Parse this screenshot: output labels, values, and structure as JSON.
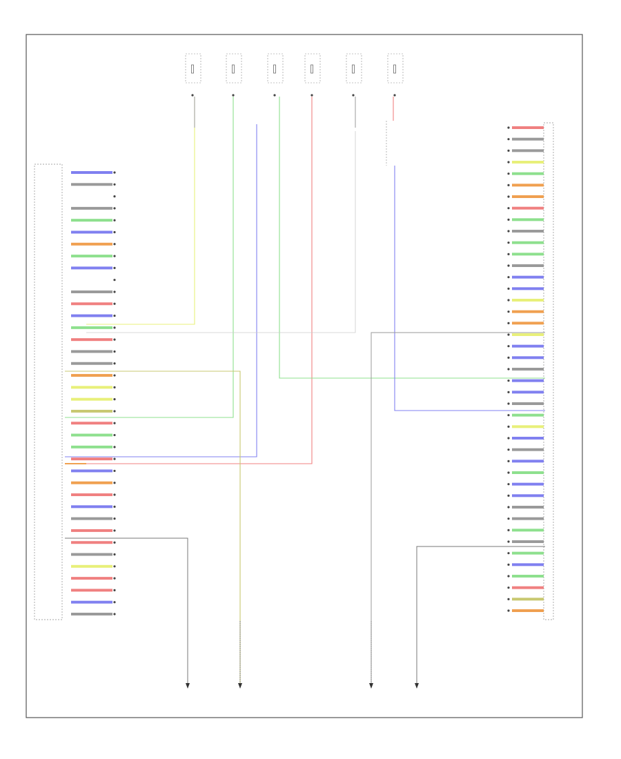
{
  "footer_code": "",
  "wire_colors": {
    "yellow": "#e8f07a",
    "green": "#8ee08e",
    "red": "#f08080",
    "blue": "#8080f0",
    "orange": "#f0a050",
    "olive": "#c8c870",
    "gray": "#9a9a9a",
    "frame": "#555555"
  },
  "fuse_labels": [
    "",
    "",
    "",
    "",
    "",
    ""
  ],
  "left_connector": {
    "caption": [
      "",
      "",
      "",
      ""
    ],
    "pins": [
      {
        "num": "",
        "wire": "",
        "color": "blue",
        "system": ""
      },
      {
        "num": "",
        "wire": "",
        "color": "gray",
        "system": ""
      },
      {
        "num": "",
        "wire": "",
        "color": "",
        "system": ""
      },
      {
        "num": "",
        "wire": "",
        "color": "gray",
        "system": ""
      },
      {
        "num": "",
        "wire": "",
        "color": "green",
        "system": ""
      },
      {
        "num": "",
        "wire": "",
        "color": "blue",
        "system": ""
      },
      {
        "num": "",
        "wire": "",
        "color": "orange",
        "system": ""
      },
      {
        "num": "",
        "wire": "",
        "color": "green",
        "system": ""
      },
      {
        "num": "",
        "wire": "",
        "color": "blue",
        "system": ""
      },
      {
        "num": "",
        "wire": "",
        "color": "",
        "system": ""
      },
      {
        "num": "",
        "wire": "",
        "color": "gray",
        "system": ""
      },
      {
        "num": "",
        "wire": "",
        "color": "red",
        "system": ""
      },
      {
        "num": "",
        "wire": "",
        "color": "blue",
        "system": ""
      },
      {
        "num": "",
        "wire": "",
        "color": "green",
        "system": ""
      },
      {
        "num": "",
        "wire": "",
        "color": "red",
        "system": ""
      },
      {
        "num": "",
        "wire": "",
        "color": "gray",
        "system": ""
      },
      {
        "num": "",
        "wire": "",
        "color": "gray",
        "system": ""
      },
      {
        "num": "",
        "wire": "",
        "color": "orange",
        "system": ""
      },
      {
        "num": "",
        "wire": "",
        "color": "yellow",
        "system": ""
      },
      {
        "num": "",
        "wire": "",
        "color": "yellow",
        "system": ""
      },
      {
        "num": "",
        "wire": "",
        "color": "olive",
        "system": ""
      },
      {
        "num": "",
        "wire": "",
        "color": "red",
        "system": ""
      },
      {
        "num": "",
        "wire": "",
        "color": "green",
        "system": ""
      },
      {
        "num": "",
        "wire": "",
        "color": "green",
        "system": ""
      },
      {
        "num": "",
        "wire": "",
        "color": "red",
        "system": ""
      },
      {
        "num": "",
        "wire": "",
        "color": "blue",
        "system": ""
      },
      {
        "num": "",
        "wire": "",
        "color": "orange",
        "system": ""
      },
      {
        "num": "",
        "wire": "",
        "color": "red",
        "system": ""
      },
      {
        "num": "",
        "wire": "",
        "color": "blue",
        "system": ""
      },
      {
        "num": "",
        "wire": "",
        "color": "gray",
        "system": ""
      },
      {
        "num": "",
        "wire": "",
        "color": "red",
        "system": ""
      },
      {
        "num": "",
        "wire": "",
        "color": "red",
        "system": ""
      },
      {
        "num": "",
        "wire": "",
        "color": "gray",
        "system": ""
      },
      {
        "num": "",
        "wire": "",
        "color": "yellow",
        "system": ""
      },
      {
        "num": "",
        "wire": "",
        "color": "red",
        "system": ""
      },
      {
        "num": "",
        "wire": "",
        "color": "red",
        "system": ""
      },
      {
        "num": "",
        "wire": "",
        "color": "blue",
        "system": ""
      },
      {
        "num": "",
        "wire": "",
        "color": "gray",
        "system": ""
      }
    ]
  },
  "right_connector": {
    "caption": [
      "",
      "",
      "",
      "",
      ""
    ],
    "pins": [
      {
        "num": "",
        "wire": "",
        "color": "red",
        "system": ""
      },
      {
        "num": "",
        "wire": "",
        "color": "gray",
        "system": ""
      },
      {
        "num": "",
        "wire": "",
        "color": "gray",
        "system": ""
      },
      {
        "num": "",
        "wire": "",
        "color": "yellow",
        "system": ""
      },
      {
        "num": "",
        "wire": "",
        "color": "green",
        "system": ""
      },
      {
        "num": "",
        "wire": "",
        "color": "orange",
        "system": ""
      },
      {
        "num": "",
        "wire": "",
        "color": "orange",
        "system": ""
      },
      {
        "num": "",
        "wire": "",
        "color": "red",
        "system": ""
      },
      {
        "num": "",
        "wire": "",
        "color": "green",
        "system": ""
      },
      {
        "num": "",
        "wire": "",
        "color": "gray",
        "system": ""
      },
      {
        "num": "",
        "wire": "",
        "color": "green",
        "system": ""
      },
      {
        "num": "",
        "wire": "",
        "color": "green",
        "system": ""
      },
      {
        "num": "",
        "wire": "",
        "color": "gray",
        "system": ""
      },
      {
        "num": "",
        "wire": "",
        "color": "blue",
        "system": ""
      },
      {
        "num": "",
        "wire": "",
        "color": "blue",
        "system": ""
      },
      {
        "num": "",
        "wire": "",
        "color": "yellow",
        "system": ""
      },
      {
        "num": "",
        "wire": "",
        "color": "orange",
        "system": ""
      },
      {
        "num": "",
        "wire": "",
        "color": "orange",
        "system": ""
      },
      {
        "num": "",
        "wire": "",
        "color": "yellow",
        "system": ""
      },
      {
        "num": "",
        "wire": "",
        "color": "blue",
        "system": ""
      },
      {
        "num": "",
        "wire": "",
        "color": "blue",
        "system": ""
      },
      {
        "num": "",
        "wire": "",
        "color": "gray",
        "system": ""
      },
      {
        "num": "",
        "wire": "",
        "color": "blue",
        "system": ""
      },
      {
        "num": "",
        "wire": "",
        "color": "blue",
        "system": ""
      },
      {
        "num": "",
        "wire": "",
        "color": "gray",
        "system": ""
      },
      {
        "num": "",
        "wire": "",
        "color": "green",
        "system": ""
      },
      {
        "num": "",
        "wire": "",
        "color": "yellow",
        "system": ""
      },
      {
        "num": "",
        "wire": "",
        "color": "blue",
        "system": ""
      },
      {
        "num": "",
        "wire": "",
        "color": "gray",
        "system": ""
      },
      {
        "num": "",
        "wire": "",
        "color": "blue",
        "system": ""
      },
      {
        "num": "",
        "wire": "",
        "color": "green",
        "system": ""
      },
      {
        "num": "",
        "wire": "",
        "color": "blue",
        "system": ""
      },
      {
        "num": "",
        "wire": "",
        "color": "blue",
        "system": ""
      },
      {
        "num": "",
        "wire": "",
        "color": "gray",
        "system": ""
      },
      {
        "num": "",
        "wire": "",
        "color": "gray",
        "system": ""
      },
      {
        "num": "",
        "wire": "",
        "color": "green",
        "system": ""
      },
      {
        "num": "",
        "wire": "",
        "color": "gray",
        "system": ""
      },
      {
        "num": "",
        "wire": "",
        "color": "green",
        "system": ""
      },
      {
        "num": "",
        "wire": "",
        "color": "blue",
        "system": ""
      },
      {
        "num": "",
        "wire": "",
        "color": "green",
        "system": ""
      },
      {
        "num": "",
        "wire": "",
        "color": "red",
        "system": ""
      },
      {
        "num": "",
        "wire": "",
        "color": "olive",
        "system": ""
      },
      {
        "num": "",
        "wire": "",
        "color": "orange",
        "system": ""
      }
    ]
  },
  "grounds": [
    {
      "label": [
        "",
        "",
        ""
      ]
    },
    {
      "label": [
        "",
        "",
        ""
      ]
    },
    {
      "label": [
        "",
        "",
        ""
      ]
    },
    {
      "label": [
        "",
        "",
        ""
      ]
    }
  ]
}
